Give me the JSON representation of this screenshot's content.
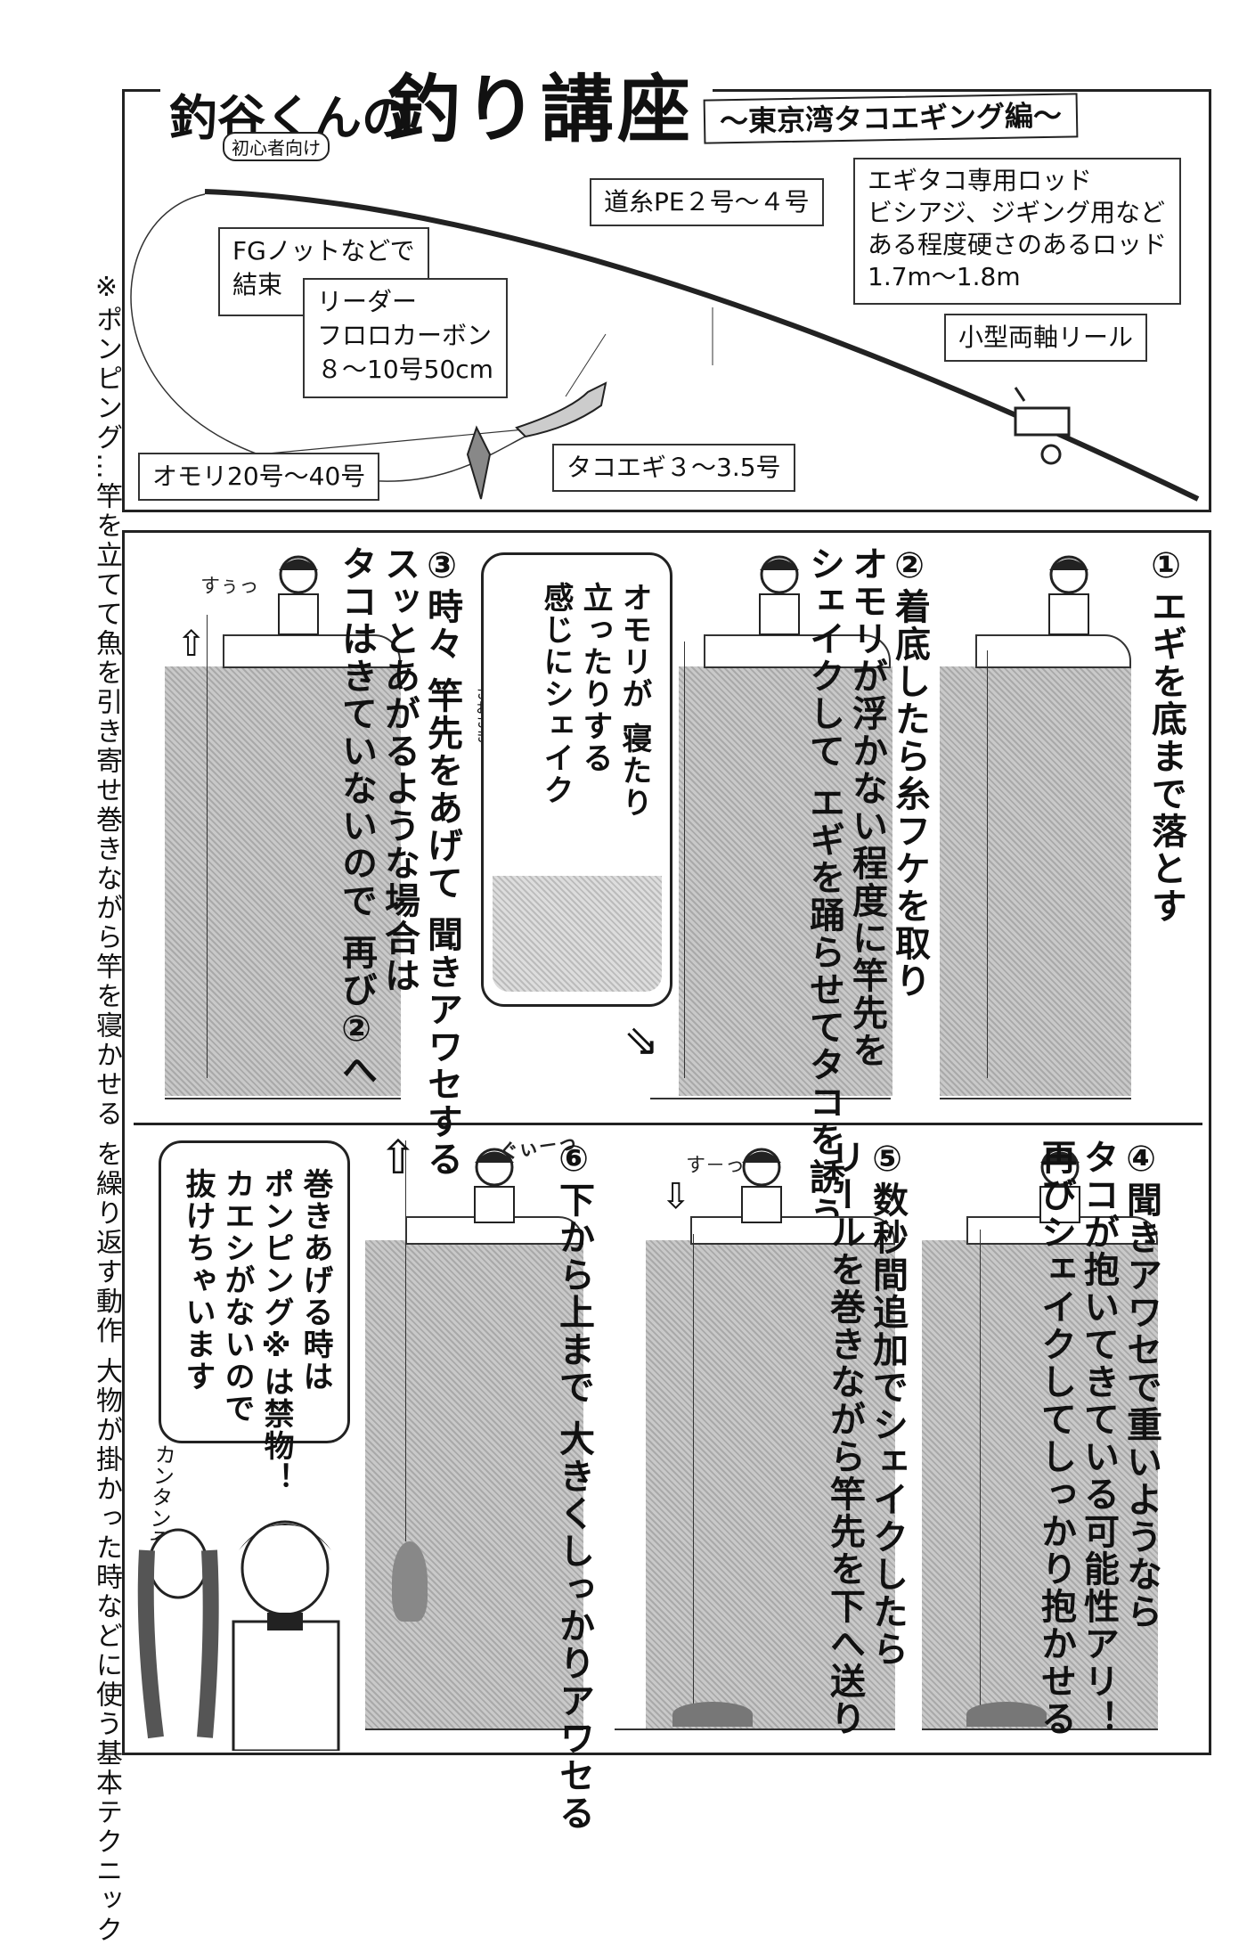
{
  "side_note": "※ポンピング…竿を立てて魚を引き寄せ巻きながら竿を寝かせる を繰り返す動作 大物が掛かった時などに使う基本テクニック",
  "header": {
    "title_part1": "釣谷くんの",
    "title_part2": "釣り講座",
    "title_small": "初心者向け",
    "subtitle": "〜東京湾タコエギング編〜"
  },
  "diagram": {
    "line_label": "道糸PE２号〜４号",
    "rod_label": [
      "エギタコ専用ロッド",
      "ビシアジ、ジギング用など",
      "ある程度硬さのあるロッド",
      "1.7m〜1.8m"
    ],
    "knot_label": [
      "FGノットなどで",
      "結束"
    ],
    "leader_label": [
      "リーダー",
      "フロロカーボン",
      "８〜10号50cm"
    ],
    "reel_label": "小型両軸リール",
    "sinker_label": "オモリ20号〜40号",
    "egi_label": "タコエギ３〜3.5号"
  },
  "steps": [
    {
      "num": "①",
      "text": [
        "エギを底まで落とす"
      ]
    },
    {
      "num": "②",
      "text": [
        "着底したら糸フケを取り",
        "オモリが浮かない程度に竿先を",
        "シェイクして エギを踊らせてタコを誘う"
      ]
    },
    {
      "num": "③",
      "text": [
        "時々 竿先をあげて 聞きアワセする",
        "スッとあがるような場合は",
        "タコはきていないので 再び②へ"
      ]
    },
    {
      "num": "④",
      "text": [
        "聞きアワセで重いようなら",
        "タコが抱いてきている可能性アリ！",
        "再びシェイクしてしっかり抱かせる"
      ]
    },
    {
      "num": "⑤",
      "text": [
        "数秒間追加でシェイクしたら",
        "リールを巻きながら竿先を下へ送り"
      ]
    },
    {
      "num": "⑥",
      "text": [
        "下から上まで 大きくしっかりアワセる"
      ]
    }
  ],
  "ruby_saosaki": "さおさき",
  "bubble_shake": [
    "オモリが 寝たり",
    "立ったりする",
    "感じにシェイク"
  ],
  "bubble_warning": [
    "巻きあげる時は",
    "ポンピング※は禁物！",
    "カエシがないので",
    "抜けちゃいます"
  ],
  "sfx": {
    "suu1": "すぅっ",
    "suu2": "す－っ",
    "guii": "ぐぃ－っ",
    "kantan": "カンタンそー"
  },
  "colors": {
    "ink": "#111111",
    "tone": "#b8b8b8",
    "paper": "#ffffff"
  }
}
